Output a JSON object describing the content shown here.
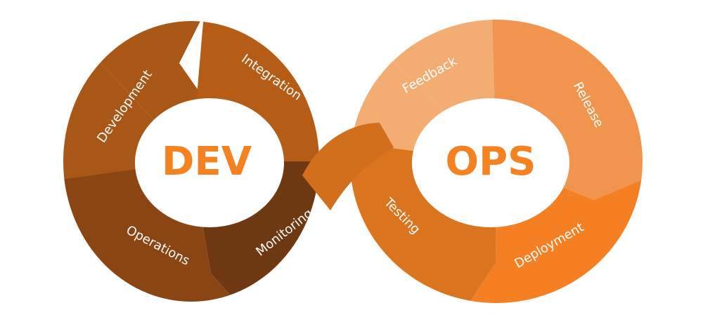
{
  "diagram": {
    "left_word": "DEV",
    "right_word": "OPS",
    "segments": [
      {
        "label": "Development",
        "color": "#a85716"
      },
      {
        "label": "Integration",
        "color": "#b55d17"
      },
      {
        "label": "Monitoring",
        "color": "#6e3812"
      },
      {
        "label": "Operations",
        "color": "#8a4513"
      },
      {
        "label": "Testing",
        "color": "#db741e"
      },
      {
        "label": "Feedback",
        "color": "#f3ad73"
      },
      {
        "label": "Release",
        "color": "#f1944d"
      },
      {
        "label": "Deployment",
        "color": "#f48023"
      }
    ],
    "accent_color": "#f58220"
  }
}
